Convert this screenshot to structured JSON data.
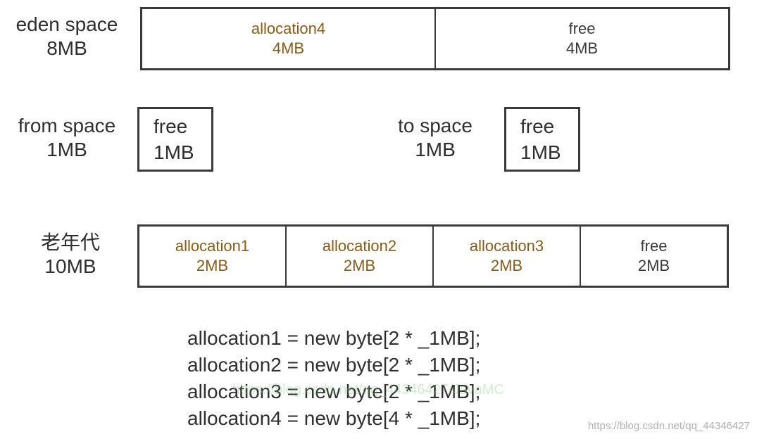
{
  "eden": {
    "label_name": "eden space",
    "label_size": "8MB",
    "cells": [
      {
        "name": "allocation4",
        "size": "4MB"
      },
      {
        "name": "free",
        "size": "4MB"
      }
    ]
  },
  "from_space": {
    "label_name": "from space",
    "label_size": "1MB",
    "box_name": "free",
    "box_size": "1MB"
  },
  "to_space": {
    "label_name": "to space",
    "label_size": "1MB",
    "box_name": "free",
    "box_size": "1MB"
  },
  "old_gen": {
    "label_name": "老年代",
    "label_size": "10MB",
    "cells": [
      {
        "name": "allocation1",
        "size": "2MB"
      },
      {
        "name": "allocation2",
        "size": "2MB"
      },
      {
        "name": "allocation3",
        "size": "2MB"
      },
      {
        "name": "free",
        "size": "2MB"
      }
    ]
  },
  "code_lines": [
    "allocation1 = new byte[2 * _1MB];",
    "allocation2 = new byte[2 * _1MB];",
    "allocation3 = new byte[2 * _1MB];",
    "allocation4 = new byte[4 * _1MB];"
  ],
  "watermarks": {
    "center": "https://blog.csdn.net/qq_44346427/JavaMC",
    "corner": "https://blog.csdn.net/qq_44346427"
  },
  "colors": {
    "allocation_text": "#8b5a14",
    "free_text": "#3a3a3a",
    "border": "#3a3a3a"
  }
}
